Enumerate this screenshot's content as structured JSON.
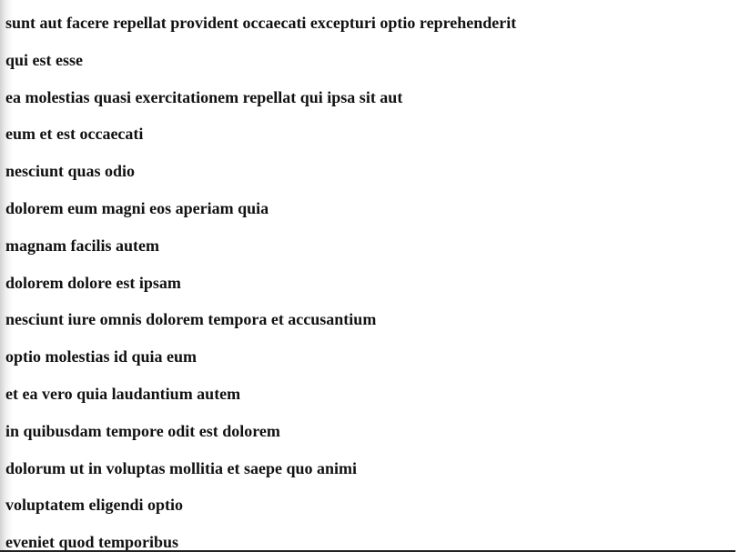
{
  "posts": [
    {
      "title": "sunt aut facere repellat provident occaecati excepturi optio reprehenderit"
    },
    {
      "title": "qui est esse"
    },
    {
      "title": "ea molestias quasi exercitationem repellat qui ipsa sit aut"
    },
    {
      "title": "eum et est occaecati"
    },
    {
      "title": "nesciunt quas odio"
    },
    {
      "title": "dolorem eum magni eos aperiam quia"
    },
    {
      "title": "magnam facilis autem"
    },
    {
      "title": "dolorem dolore est ipsam"
    },
    {
      "title": "nesciunt iure omnis dolorem tempora et accusantium"
    },
    {
      "title": "optio molestias id quia eum"
    },
    {
      "title": "et ea vero quia laudantium autem"
    },
    {
      "title": "in quibusdam tempore odit est dolorem"
    },
    {
      "title": "dolorum ut in voluptas mollitia et saepe quo animi"
    },
    {
      "title": "voluptatem eligendi optio"
    },
    {
      "title": "eveniet quod temporibus"
    }
  ]
}
